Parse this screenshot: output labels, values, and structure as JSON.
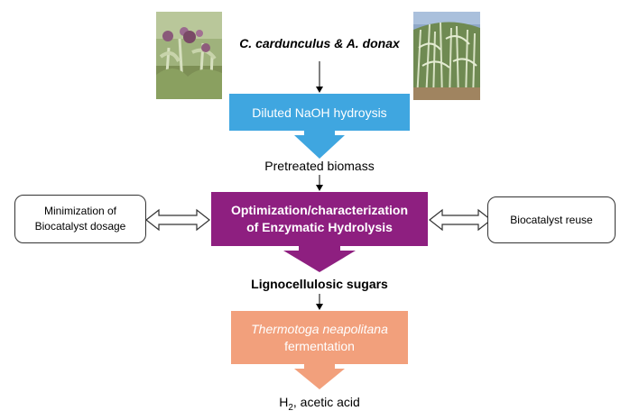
{
  "colors": {
    "step1": "#3fa6e0",
    "step2": "#8e1f80",
    "step3": "#f2a07c",
    "arrow": "#000000"
  },
  "feedstock": {
    "title": "C. cardunculus & A. donax",
    "left_photo": "artichoke-thistle-photo",
    "right_photo": "giant-reed-photo"
  },
  "step1": {
    "label": "Diluted NaOH hydroysis"
  },
  "intermediate1": "Pretreated biomass",
  "step2": {
    "line1": "Optimization/characterization",
    "line2": "of Enzymatic Hydrolysis"
  },
  "side_left": {
    "line1": "Minimization of",
    "line2": "Biocatalyst dosage"
  },
  "side_right": {
    "label": "Biocatalyst reuse"
  },
  "intermediate2": "Lignocellulosic sugars",
  "step3": {
    "line1": "Thermotoga neapolitana",
    "line2": "fermentation"
  },
  "product": {
    "h": "H",
    "sub": "2",
    "rest": ", acetic acid"
  }
}
